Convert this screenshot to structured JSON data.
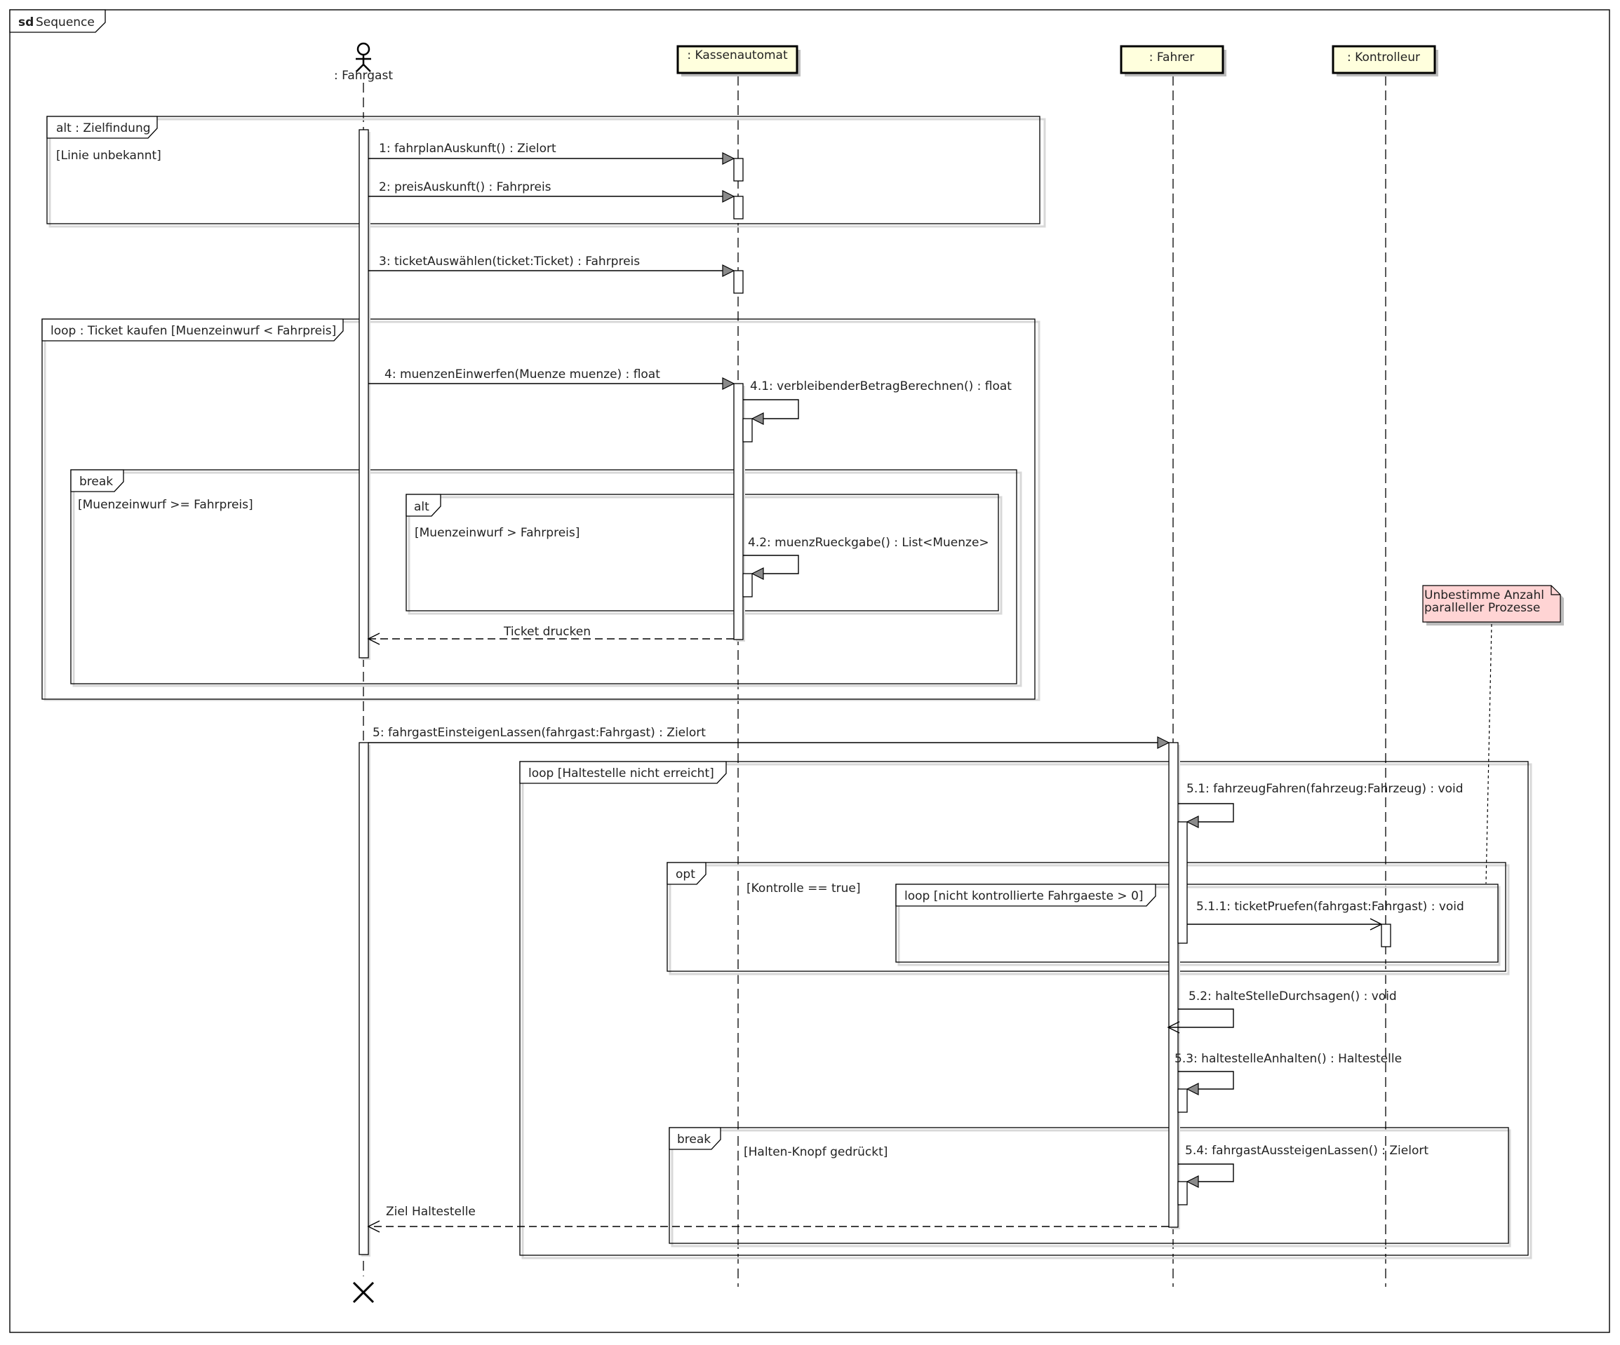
{
  "frame": {
    "keyword": "sd",
    "name": "Sequence"
  },
  "lifelines": [
    {
      "id": "fahrgast",
      "label": ": Fahrgast",
      "kind": "actor"
    },
    {
      "id": "kassenautomat",
      "label": ": Kassenautomat",
      "kind": "object"
    },
    {
      "id": "fahrer",
      "label": ": Fahrer",
      "kind": "object"
    },
    {
      "id": "kontrolleur",
      "label": ": Kontrolleur",
      "kind": "object"
    }
  ],
  "fragments": [
    {
      "id": "alt-zielfindung",
      "label": "alt : Zielfindung",
      "guard": "[Linie unbekannt]"
    },
    {
      "id": "loop-ticket",
      "label": "loop : Ticket kaufen  [Muenzeinwurf < Fahrpreis]",
      "guard": ""
    },
    {
      "id": "break-1",
      "label": "break",
      "guard": "[Muenzeinwurf >= Fahrpreis]"
    },
    {
      "id": "alt-2",
      "label": "alt",
      "guard": "[Muenzeinwurf > Fahrpreis]"
    },
    {
      "id": "loop-haltestelle",
      "label": "loop  [Haltestelle nicht erreicht]",
      "guard": ""
    },
    {
      "id": "opt",
      "label": "opt",
      "guard": "[Kontrolle == true]"
    },
    {
      "id": "loop-kontrolle",
      "label": "loop  [nicht kontrollierte Fahrgaeste > 0]",
      "guard": ""
    },
    {
      "id": "break-2",
      "label": "break",
      "guard": "[Halten-Knopf gedrückt]"
    }
  ],
  "messages": [
    {
      "id": "m1",
      "label": "1: fahrplanAuskunft() : Zielort"
    },
    {
      "id": "m2",
      "label": "2: preisAuskunft() : Fahrpreis"
    },
    {
      "id": "m3",
      "label": "3: ticketAuswählen(ticket:Ticket) : Fahrpreis"
    },
    {
      "id": "m4",
      "label": "4: muenzenEinwerfen(Muenze muenze) : float"
    },
    {
      "id": "m41",
      "label": "4.1: verbleibenderBetragBerechnen() : float"
    },
    {
      "id": "m42",
      "label": "4.2: muenzRueckgabe() : List<Muenze>"
    },
    {
      "id": "r1",
      "label": "Ticket drucken"
    },
    {
      "id": "m5",
      "label": "5: fahrgastEinsteigenLassen(fahrgast:Fahrgast) : Zielort"
    },
    {
      "id": "m51",
      "label": "5.1: fahrzeugFahren(fahrzeug:Fahrzeug) : void"
    },
    {
      "id": "m511",
      "label": "5.1.1: ticketPruefen(fahrgast:Fahrgast) : void"
    },
    {
      "id": "m52",
      "label": "5.2: halteStelleDurchsagen() : void"
    },
    {
      "id": "m53",
      "label": "5.3: haltestelleAnhalten() : Haltestelle"
    },
    {
      "id": "m54",
      "label": "5.4: fahrgastAussteigenLassen() : Zielort"
    },
    {
      "id": "r2",
      "label": "Ziel Haltestelle"
    }
  ],
  "note": {
    "lines": [
      "Unbestimme Anzahl",
      "paralleller Prozesse"
    ]
  },
  "colors": {
    "object_fill": "#ffffdd",
    "note_fill": "#ffd4d4",
    "arrow_head": "#8a8a8a"
  }
}
